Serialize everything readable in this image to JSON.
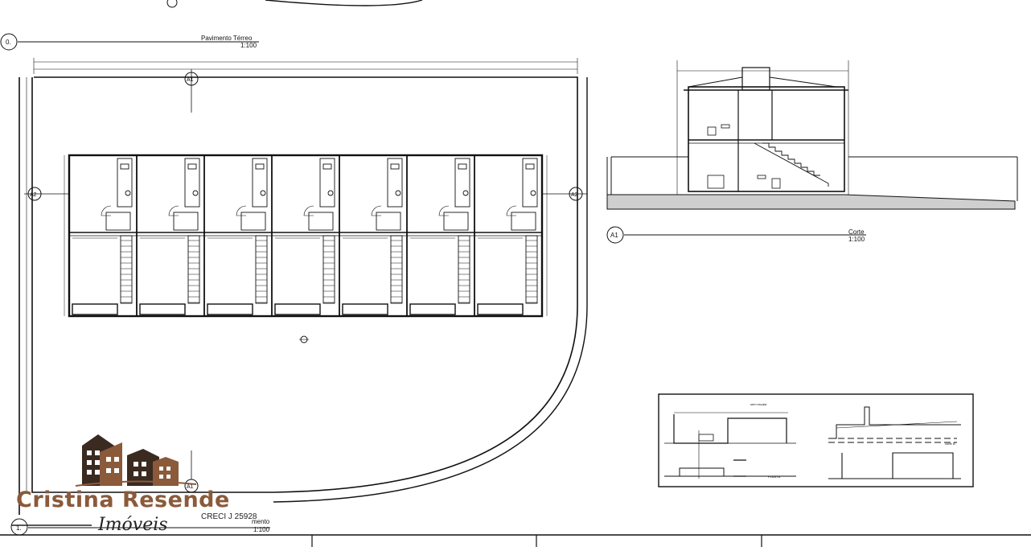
{
  "plan": {
    "title_top": "Pavimento Térreo",
    "scale_top": "1:100",
    "marker_top": "0.",
    "marker_bottom": "1.",
    "title_bottom": "mento",
    "scale_bottom": "1:100",
    "axis_left": "A2",
    "axis_right": "A2",
    "axis_top": "A1",
    "axis_bottom": "A1"
  },
  "section": {
    "marker": "A1",
    "title": "Corte",
    "scale": "1:100"
  },
  "detail": {
    "title": "sem escala",
    "label_corte": "corte B",
    "label_planta": "PLANTA"
  },
  "brand": {
    "name": "Cristina Resende",
    "sub": "Imóveis",
    "creci": "CRECI J 25928",
    "colors": {
      "brown": "#8a5a3a",
      "dark": "#3a2a20"
    }
  }
}
